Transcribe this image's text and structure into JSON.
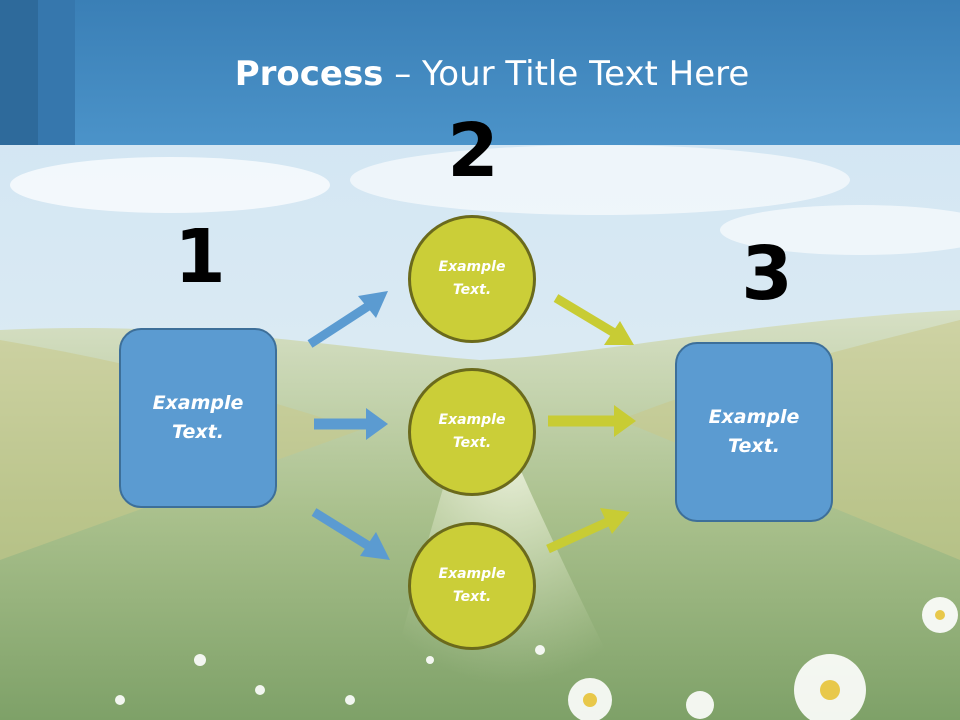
{
  "title": {
    "bold": "Process",
    "rest": " – Your Title Text Here"
  },
  "steps": [
    {
      "number": "1",
      "text": "Example\nText."
    },
    {
      "number": "2",
      "circles": [
        "Example\nText.",
        "Example\nText.",
        "Example\nText."
      ]
    },
    {
      "number": "3",
      "text": "Example\nText."
    }
  ],
  "colors": {
    "header": "#4b93c9",
    "box": "#5b9bd1",
    "circle": "#cbce38",
    "arrow_blue": "#5b9bd1",
    "arrow_yellow": "#c8cc34"
  }
}
